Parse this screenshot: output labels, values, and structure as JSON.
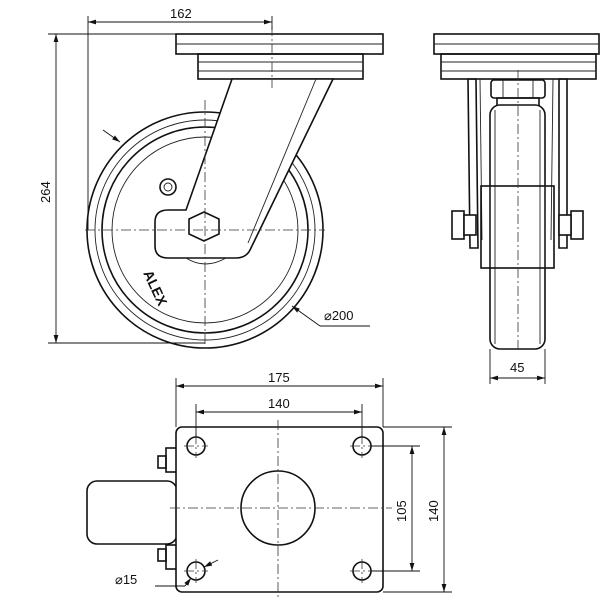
{
  "dimensions": {
    "offset": "162",
    "height": "264",
    "wheel_diameter": "⌀200",
    "wheel_width": "45",
    "plate_length": "175",
    "bolt_spacing_length": "140",
    "bolt_spacing_width": "105",
    "plate_width": "140",
    "bolt_hole": "⌀15"
  },
  "brand": "ALEX"
}
